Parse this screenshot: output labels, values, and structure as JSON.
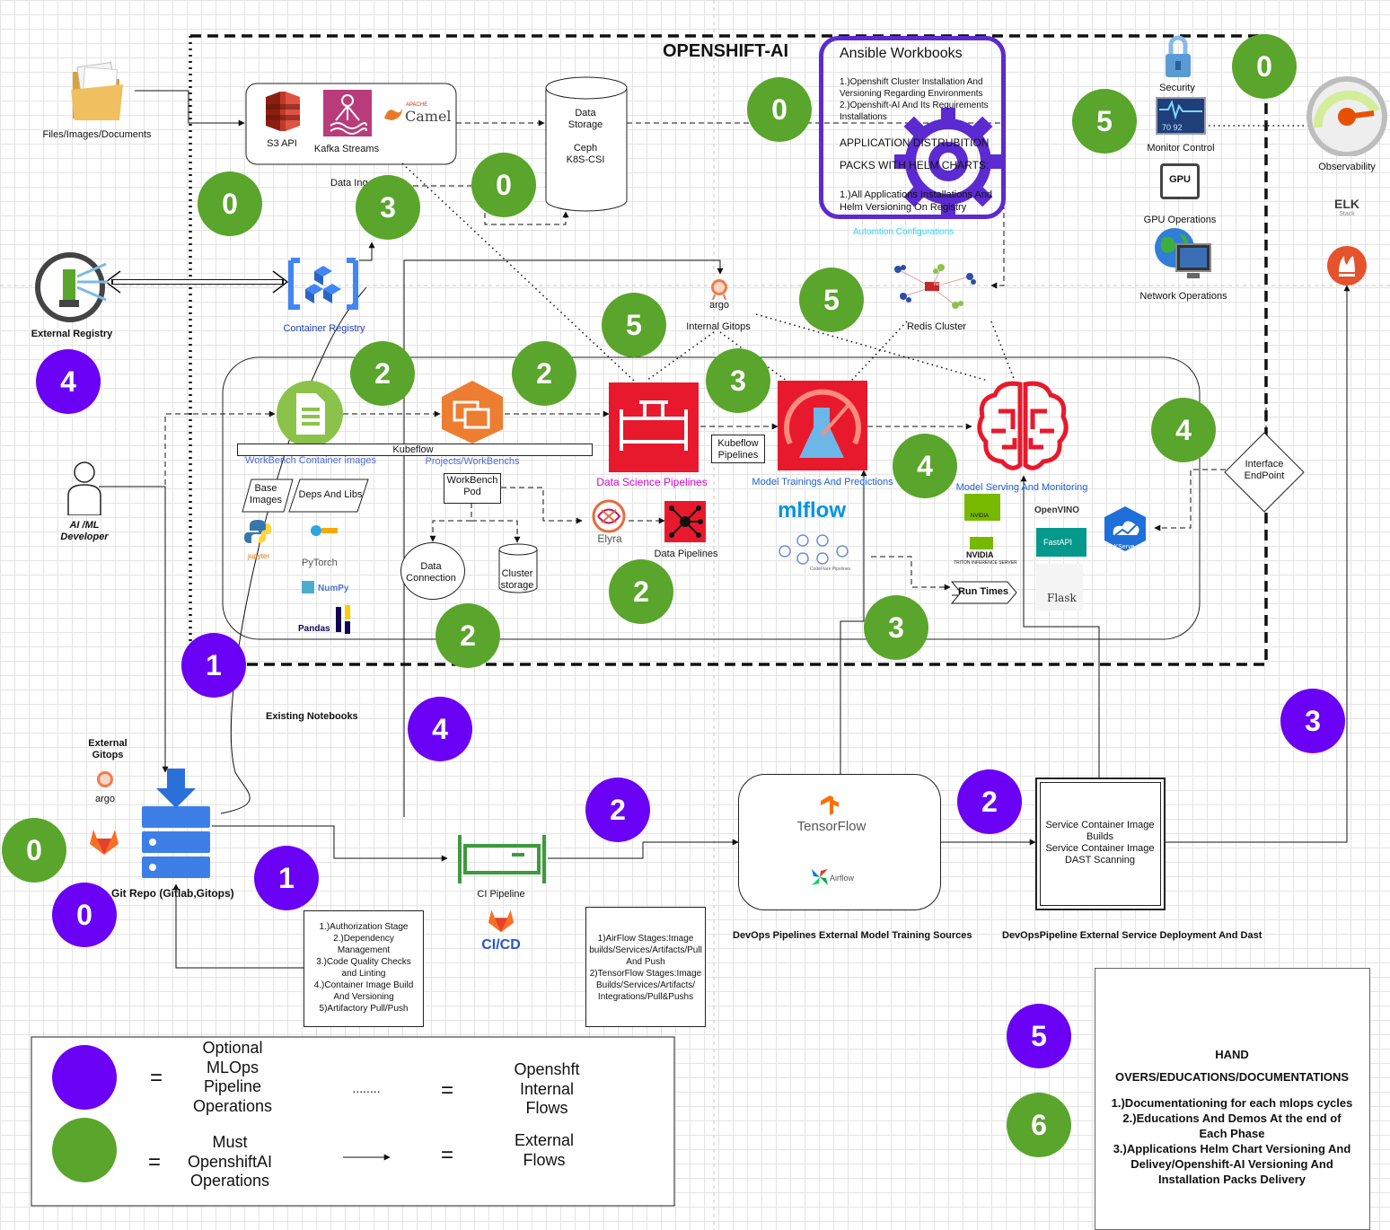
{
  "title": "OPENSHIFT-AI",
  "labels": {
    "files": "Files/Images/Documents",
    "s3": "S3 API",
    "kafka": "Kafka Streams",
    "camel": "Camel",
    "apache": "APACHE",
    "data_ingest": "Data Ing",
    "data_storage": "Data\nStorage\n\nCeph\nK8S-CSI",
    "external_registry": "External Registry",
    "container_registry": "Container Registry",
    "argo": "argo",
    "internal_gitops": "Internal Gitops",
    "redis": "Redis Cluster",
    "redis_logo": "redis",
    "kubeflow": "Kubeflow",
    "workbench_images": "WorkBench Container images",
    "projects_workbenchs": "Projects/WorkBenchs",
    "base_images": "Base\nImages",
    "deps_libs": "Deps And Libs",
    "workbench_pod": "WorkBench\nPod",
    "data_connection": "Data\nConnection",
    "cluster_storage": "Cluster\nstorage",
    "elyra": "Elyra",
    "data_pipelines": "Data Pipelines",
    "data_science_pipelines": "Data Science Pipelines",
    "kubeflow_pipelines": "Kubeflow\nPipelines",
    "model_training": "Model Trainings And Predictions",
    "mlflow": "mlflow",
    "codeflare": "CodeFlare Pipelines",
    "model_serving": "Model Serving And Monitoring",
    "nvidia": "NVIDIA",
    "triton": "TRITON INFERENCE SERVER",
    "openvino": "OpenVINO",
    "fastapi": "FastAPI",
    "flask": "Flask",
    "kserve": "KServe",
    "run_times": "Run Times",
    "interface_endpoint": "Interface\nEndPoint",
    "ai_developer": "AI /ML\nDeveloper",
    "python": "python",
    "jupyter": "jupyter",
    "pytorch": "PyTorch",
    "numpy": "NumPy",
    "pandas": "Pandas",
    "existing_notebooks": "Existing Notebooks",
    "external_gitops": "External\nGitops",
    "git_repo": "Git Repo (Gitlab,Gitops)",
    "ci_pipeline": "CI Pipeline",
    "cicd": "CI/CD",
    "ci_stages": "1.)Authorization Stage\n2.)Dependency\nManagement\n3.)Code Quality Checks\nand Linting\n4.)Container Image Build\nAnd Versioning\n5)Artifactory Pull/Push",
    "airflow_stages": "1)AirFlow Stages:Image\nbuilds/Services/Artifacts/Pull\nAnd Push\n2)TensorFlow Stages:Image\nBuilds/Services/Artifacts/\nIntegrations/Pull&Pushs",
    "tensorflow": "TensorFlow",
    "airflow": "Airflow",
    "devops_training": "DevOps Pipelines External Model Training Sources",
    "service_builds": "Service Container Image\nBuilds\nService Container Image\nDAST Scanning",
    "devops_deploy": "DevOpsPipeline External Service Deployment And Dast",
    "security": "Security",
    "monitor_control": "Monitor Control",
    "monitor_values": "70 92",
    "gpu": "GPU",
    "gpu_operations": "GPU Operations",
    "network_operations": "Network Operations",
    "observability": "Observability",
    "elk": "ELK",
    "elk_stack": "Stack",
    "ansible_title": "Ansible Workbooks",
    "ansible_items": "1.)Openshift Cluster Installation And\nVersioning Regarding Environments\n2.)Openshift-AI And Its Requirements\nInstallations",
    "app_distribution": "APPLICATION DISTRUBITION",
    "helm_packs": "PACKS WITH HELM CHARTS:",
    "helm_items": "1.)All Applications Installations And\nHelm Versioning On Registry",
    "automation": "Automtion Configurations",
    "handover_title": "HAND\nOVERS/EDUCATIONS/DOCUMENTATIONS",
    "handover_items": "1.)Documentationing for each mlops cycles\n2.)Educations And Demos At the end of\nEach Phase\n3.)Applications Helm Chart Versioning And\nDelivey/Openshift-AI Versioning And\nInstallation Packs Delivery"
  },
  "legend": {
    "eq": "=",
    "optional": "Optional\nMLOps\nPipeline\nOperations",
    "must": "Must\nOpenshiftAI\nOperations",
    "dots": "........",
    "internal": "Openshft\nInternal\nFlows",
    "external": "External\nFlows"
  },
  "badges": {
    "g0_a": "0",
    "g0_b": "0",
    "g0_c": "0",
    "g0_d": "0",
    "g0_e": "0",
    "g2_a": "2",
    "g2_b": "2",
    "g2_c": "2",
    "g2_d": "2",
    "g3_a": "3",
    "g3_b": "3",
    "g3_c": "3",
    "g4_a": "4",
    "g4_b": "4",
    "g5_a": "5",
    "g5_b": "5",
    "g5_c": "5",
    "g6": "6",
    "p0": "0",
    "p1_a": "1",
    "p1_b": "1",
    "p2_a": "2",
    "p2_b": "2",
    "p3": "3",
    "p4_a": "4",
    "p4_b": "4",
    "p5": "5"
  },
  "colors": {
    "must_green": "#5aa52b",
    "optional_purple": "#6a00f4",
    "aws_red": "#d13212",
    "kafka_purple": "#b93b7a",
    "ds_red": "#e8192c",
    "container_blue": "#4285f4",
    "workbench_green": "#8bc34a",
    "projects_orange": "#ed7d31",
    "ansible_purple": "#5c2ad1",
    "magenta_text": "#d600d6",
    "blue_text": "#1f5fd1",
    "cyan_text": "#2ad4ff"
  }
}
